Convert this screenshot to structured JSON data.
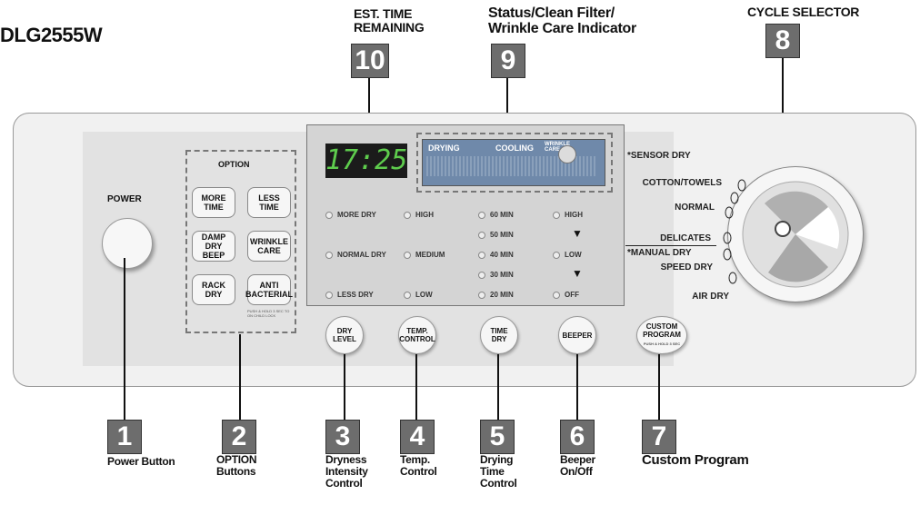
{
  "model": "DLG2555W",
  "callouts": {
    "c1": {
      "num": "1",
      "label": "Power Button"
    },
    "c2": {
      "num": "2",
      "label1": "OPTION",
      "label2": "Buttons"
    },
    "c3": {
      "num": "3",
      "label1": "Dryness",
      "label2": "Intensity",
      "label3": "Control"
    },
    "c4": {
      "num": "4",
      "label1": "Temp.",
      "label2": "Control"
    },
    "c5": {
      "num": "5",
      "label1": "Drying",
      "label2": "Time",
      "label3": "Control"
    },
    "c6": {
      "num": "6",
      "label1": "Beeper",
      "label2": "On/Off"
    },
    "c7": {
      "num": "7",
      "label": "Custom Program"
    },
    "c8": {
      "num": "8",
      "label": "CYCLE SELECTOR"
    },
    "c9": {
      "num": "9",
      "label1": "Status/Clean Filter/",
      "label2": "Wrinkle Care Indicator"
    },
    "c10": {
      "num": "10",
      "label1": "EST. TIME",
      "label2": "REMAINING"
    }
  },
  "power_label": "POWER",
  "option": {
    "title": "OPTION",
    "buttons": [
      {
        "l1": "MORE",
        "l2": "TIME"
      },
      {
        "l1": "LESS",
        "l2": "TIME"
      },
      {
        "l1": "DAMP DRY",
        "l2": "BEEP"
      },
      {
        "l1": "WRINKLE",
        "l2": "CARE"
      },
      {
        "l1": "RACK",
        "l2": "DRY"
      },
      {
        "l1": "ANTI",
        "l2": "BACTERIAL"
      }
    ],
    "fine": "PUSH & HOLD 3 SEC TO ON CHILD LOCK"
  },
  "display": {
    "time": "17:25",
    "drying": "DRYING",
    "cooling": "COOLING",
    "wrinkle": "WRINKLE CARE"
  },
  "dryness": [
    "MORE DRY",
    "NORMAL DRY",
    "LESS DRY"
  ],
  "temp": [
    "HIGH",
    "MEDIUM",
    "LOW"
  ],
  "time": [
    "60 MIN",
    "50 MIN",
    "40 MIN",
    "30 MIN",
    "20 MIN"
  ],
  "beeper": [
    "HIGH",
    "LOW",
    "OFF"
  ],
  "buttons": {
    "dry": {
      "l1": "DRY",
      "l2": "LEVEL"
    },
    "temp": {
      "l1": "TEMP.",
      "l2": "CONTROL"
    },
    "time": {
      "l1": "TIME",
      "l2": "DRY"
    },
    "beeper": {
      "l1": "BEEPER"
    },
    "custom": {
      "l1": "CUSTOM",
      "l2": "PROGRAM",
      "fine": "PUSH & HOLD 3 SEC"
    }
  },
  "cycles": {
    "sensor_header": "*SENSOR DRY",
    "cotton": "COTTON/TOWELS",
    "normal": "NORMAL",
    "delicates": "DELICATES",
    "manual_header": "*MANUAL DRY",
    "speed": "SPEED DRY",
    "air": "AIR DRY"
  }
}
